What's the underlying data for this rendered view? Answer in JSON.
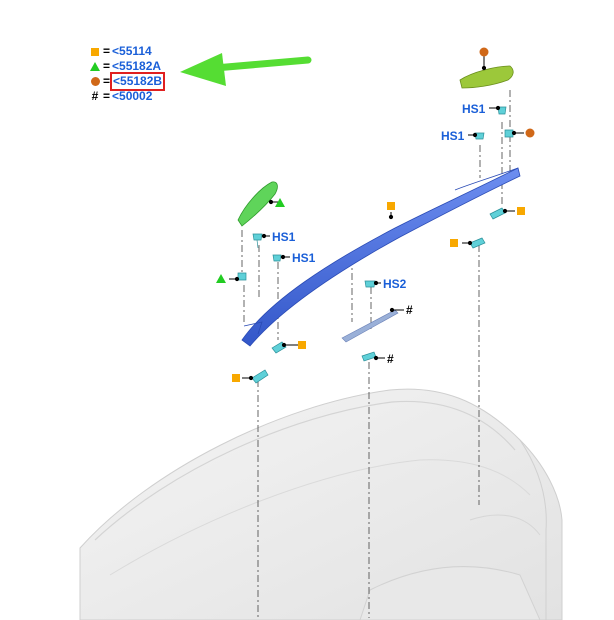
{
  "legend": [
    {
      "symbol": "square",
      "color": "#f8a800",
      "eq": "=",
      "code": "<55114"
    },
    {
      "symbol": "triangle",
      "color": "#22cc22",
      "eq": "=",
      "code": "<55182A"
    },
    {
      "symbol": "circle",
      "color": "#d06818",
      "eq": "=",
      "code": "<55182B"
    },
    {
      "symbol": "hash",
      "glyph": "#",
      "eq": "=",
      "code": "<50002"
    }
  ],
  "labels": {
    "hs1": "HS1",
    "hs2": "HS2",
    "hash": "#"
  },
  "colors": {
    "rail": "#4c72e6",
    "front_cover": "#5fd45a",
    "rear_cover": "#9cc83a",
    "clip": "#5fd0d8",
    "arrow": "#55dd33",
    "highlight_box": "#e02020",
    "label_blue": "#1a5fd8"
  }
}
